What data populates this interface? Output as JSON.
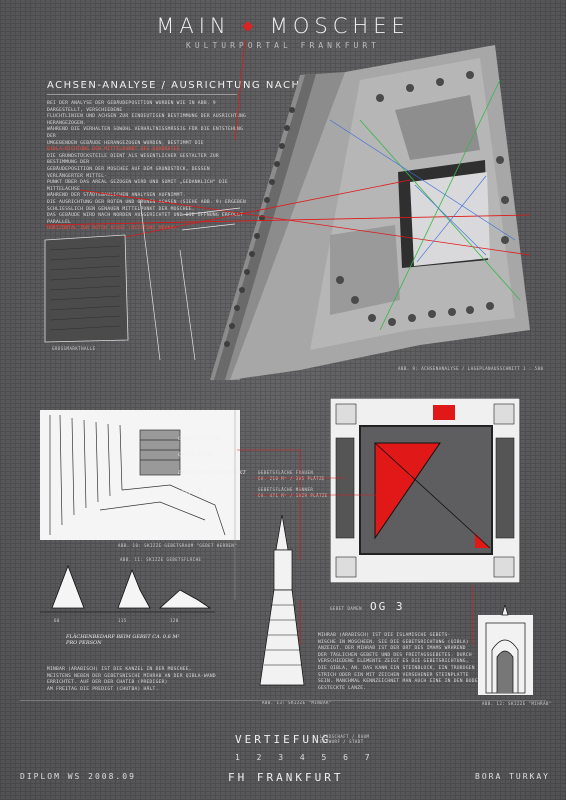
{
  "header": {
    "title_left": "MAIN",
    "title_right": "MOSCHEE",
    "subtitle": "KULTURPORTAL FRANKFURT"
  },
  "section_heading": "ACHSEN-ANALYSE / AUSRICHTUNG NACH MEKKA",
  "intro": {
    "lines": [
      "BEI DER ANALYSE DER GEBÄUDEPOSITION WURDEN WIE IN ABB. 9 DARGESTELLT, VERSCHIEDENE",
      "FLUCHTLINIEN UND ACHSEN ZUR EINDEUTIGEN BESTIMMUNG DER AUSRICHTUNG HERANGEZOGEN.",
      "WÄHREND DIE VERHALTEN SOWOHL VERHÄLTNISSMÄSSIG FÜR DIE ENTSTEHUNG DER",
      "UMGEBENDEN GEBÄUDE HERANGEZOGEN WURDEN, BESTIMMT DIE",
      "QIBLA-RICHTUNG DEN MITTELPUNKT DES QUADRATES.",
      "DIE GRUNDSTÜCKSTEILE DIENT ALS WESENTLICHER GESTALTER ZUR BESTIMMUNG DER",
      "GEBÄUDEPOSITION DER MOSCHEE AUF DEM GRUNDSTÜCK, DESSEN VERLÄNGERTER MITTEL-",
      "PUNKT ÜBER DAS AREAL GEZOGEN WIRD UND SOMIT „GEDANKLICH“ DIE MITTELACHSE",
      "WÄHREND DER STÄDTEBAULICHEN ANALYSEN AUFNIMMT.",
      "DIE AUSRICHTUNG DER ROTEN UND GRÜNEN ACHSEN (SIEHE ABB. 9) ERGEBEN",
      "SCHLIESSLICH DEN GENAUEN MITTELPUNKT DER MOSCHEE.",
      "DAS GEBÄUDE WIRD NACH NORDEN AUSGERICHTET UND DIE ÖFFNUNG ERFOLGT PARALLEL",
      "HORIZONTAL ZUR ROTEN ACHSE (RICHTUNG MEKKA)."
    ]
  },
  "site_plan": {
    "label_left": "GROSSMARKTHALLE",
    "caption": "ABB. 9: ACHSENANALYSE / LAGEPLANAUSSCHNITT  1 : 500"
  },
  "sketch_interior": {
    "notes": [
      "GEBETSNISCHE",
      "QIBLA-WAND",
      "DRUCKSPUR VERSTÄRKT",
      "TEPPICH"
    ],
    "caption": "ABB. 10: SKIZZE GEBETSRAUM \"GEBET HERREN\""
  },
  "plan_labels": {
    "women": "GEBETSFLÄCHE FRAUEN",
    "women_area": "CA. 210 M² / 305 PLÄTZE",
    "men": "GEBETSFLÄCHE MÄNNER",
    "men_area": "CA. 471 M² / 1029 PLÄTZE",
    "level_prefix": "GEBET DAMEN",
    "level": "OG 3"
  },
  "prayer_sketch": {
    "caption": "ABB. 11: SKIZZE GEBETSFLÄCHE",
    "dims": [
      "60",
      "115",
      "120"
    ],
    "note": "FLÄCHENBEDARF BEIM GEBET CA. 0,6 M² PRO PERSON"
  },
  "minbar_text": [
    "MINBAR (ARABISCH) IST DIE KANZEL IN DER MOSCHEE,",
    "MEISTENS NEBEN DER GEBETSNISCHE MIHRAB AN DER QIBLA-WAND",
    "ERRICHTET. AUF DER DER CHATIB (PREDIGER)",
    "AM FREITAG DIE PREDIGT (CHUTBA) HÄLT."
  ],
  "mihrab_text": [
    "MIHRAB (ARABISCH) IST DIE ISLAMISCHE GEBETS-",
    "NISCHE IN MOSCHEEN. SIE DIE GEBETSRICHTUNG (QIBLA)",
    "ANZEIGT. DER MIHRAB IST DER ORT DES IMAMS WÄHREND",
    "DER TÄGLICHEN GEBETE UND DES FREITAGSGEBETES. DURCH",
    "VERSCHIEDENE ELEMENTE ZEIGT ES DIE GEBETSRICHTUNG,",
    "DIE QIBLA, AN. DAS KANN EIN STEINBLOCK, EIN TRUBOGEN",
    "STRICH ODER EIN MIT ZEICHEN VERSEHENER STEINPLATTE",
    "SEIN. MANCHMAL KENNZEICHNET MAN AUCH EINE IN DEN BODEN",
    "GESTECKTE LANZE."
  ],
  "caption_minbar": "ABB. 13: SKIZZE \"MINBAR\"",
  "caption_mihrab": "ABB. 12: SKIZZE \"MIHRAB\"",
  "footer": {
    "left": "DIPLOM WS 2008.09",
    "center_top": "VERTIEFUNG",
    "center_small": "LANDSCHAFT / RAUM\nENTWURF / STADT",
    "numbers": "1 2 3 4 5 6 7",
    "center_bottom": "FH FRANKFURT",
    "right": "BORA TURKAY"
  },
  "colors": {
    "background": "#5b5b5d",
    "accent_red": "#e01818",
    "axis_green": "#39b54a",
    "axis_blue": "#3b6fd8"
  }
}
